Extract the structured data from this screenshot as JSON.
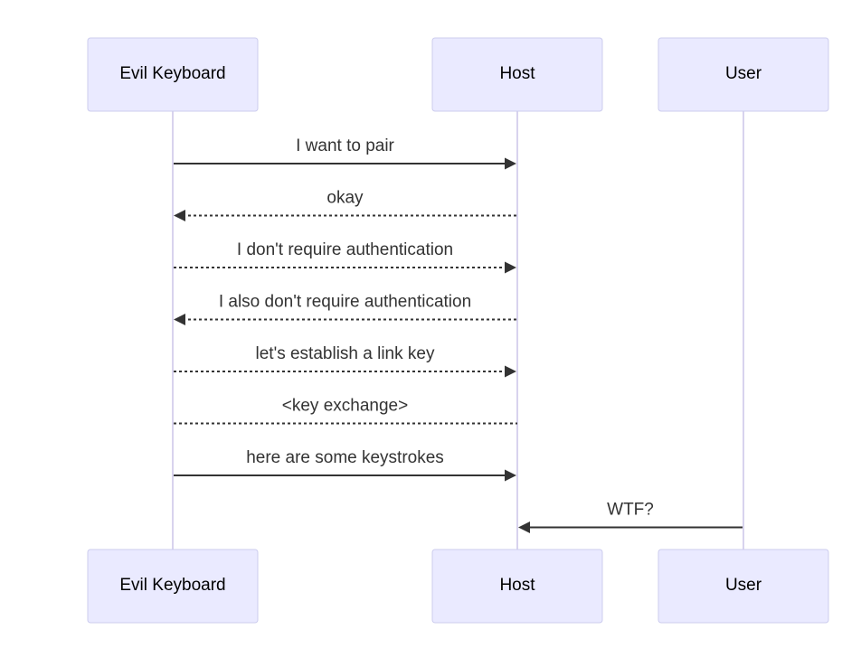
{
  "participants": [
    {
      "id": "evil_keyboard",
      "label": "Evil Keyboard"
    },
    {
      "id": "host",
      "label": "Host"
    },
    {
      "id": "user",
      "label": "User"
    }
  ],
  "messages": [
    {
      "from": "evil_keyboard",
      "to": "host",
      "text": "I want to pair",
      "style": "solid",
      "arrow": true
    },
    {
      "from": "host",
      "to": "evil_keyboard",
      "text": "okay",
      "style": "dashed",
      "arrow": true
    },
    {
      "from": "evil_keyboard",
      "to": "host",
      "text": "I don't require authentication",
      "style": "dashed",
      "arrow": true
    },
    {
      "from": "host",
      "to": "evil_keyboard",
      "text": "I also don't require authentication",
      "style": "dashed",
      "arrow": true
    },
    {
      "from": "evil_keyboard",
      "to": "host",
      "text": "let's establish a link key",
      "style": "dashed",
      "arrow": true
    },
    {
      "from": "evil_keyboard",
      "to": "host",
      "text": "<key exchange>",
      "style": "dashed",
      "arrow": false
    },
    {
      "from": "evil_keyboard",
      "to": "host",
      "text": "here are some keystrokes",
      "style": "solid",
      "arrow": true
    },
    {
      "from": "user",
      "to": "host",
      "text": "WTF?",
      "style": "solid",
      "arrow": true
    }
  ]
}
